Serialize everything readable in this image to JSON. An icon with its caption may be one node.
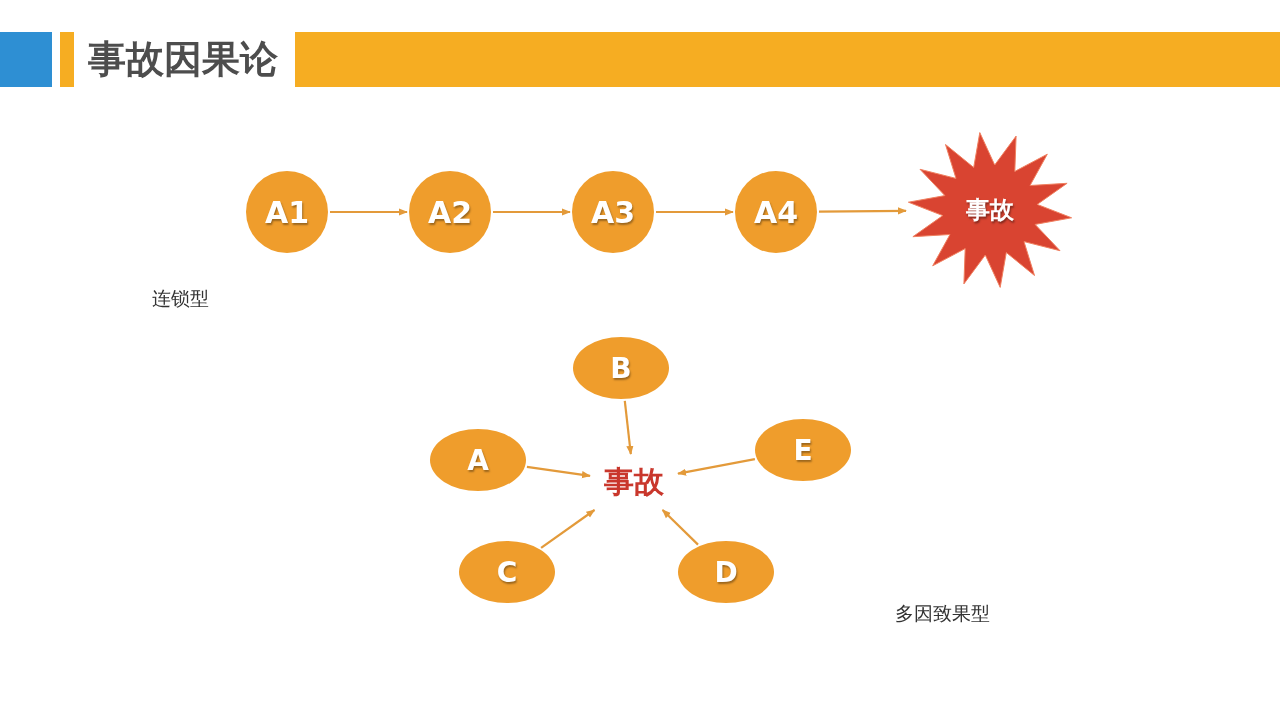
{
  "diagram": {
    "title": "事故因果论",
    "nodes": [
      {
        "text": [
          "A1"
        ]
      },
      {
        "text": [
          "A2"
        ]
      },
      {
        "text": [
          "A3"
        ]
      },
      {
        "text": [
          "A4"
        ]
      },
      {
        "text": [
          "事故"
        ]
      },
      {
        "text": [
          "B"
        ]
      },
      {
        "text": [
          "E"
        ]
      },
      {
        "text": [
          "A"
        ]
      },
      {
        "text": [
          "事故"
        ]
      },
      {
        "text": [
          "C"
        ]
      },
      {
        "text": [
          "D"
        ]
      }
    ],
    "edges": [
      {
        "from": 0,
        "to": 1,
        "arrow": "to"
      },
      {
        "from": 1,
        "to": 2,
        "arrow": "to"
      },
      {
        "from": 2,
        "to": 3,
        "arrow": "to"
      },
      {
        "from": 3,
        "to": 4,
        "arrow": "to"
      },
      {
        "from": 5,
        "to": 8,
        "arrow": "to"
      },
      {
        "from": 6,
        "to": 8,
        "arrow": "to"
      },
      {
        "from": 7,
        "to": 8,
        "arrow": "to"
      },
      {
        "from": 9,
        "to": 8,
        "arrow": "to"
      },
      {
        "from": 10,
        "to": 8,
        "arrow": "to"
      }
    ],
    "labels": [
      "连锁型",
      "多因致果型"
    ]
  }
}
